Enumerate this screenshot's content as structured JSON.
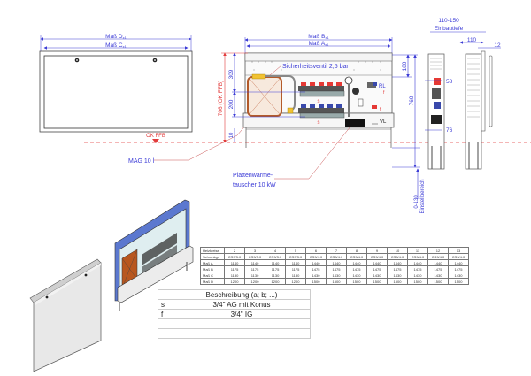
{
  "front_view": {
    "dim_outer": "Maß D",
    "dim_outer_sup": "x1",
    "dim_inner": "Maß C",
    "dim_inner_sup": "x1",
    "floor_label": "OK FFB",
    "mag_label": "MAG 10 l"
  },
  "open_view": {
    "dim_outer": "Maß B",
    "dim_outer_sup": "x1",
    "dim_inner": "Maß A",
    "dim_inner_sup": "x1",
    "safety_valve_label": "Sicherheitsventil 2,5 bar",
    "height_ffb": "706 (OK FFB)",
    "dim_309": "309",
    "dim_200": "200",
    "dim_10": "10",
    "dim_180": "180",
    "dim_760": "760",
    "vl_label": "VL",
    "rl_label": "RL",
    "s_label": "s",
    "f_label": "f",
    "heat_exchanger_label_1": "Plattenwärme-",
    "heat_exchanger_label_2": "tauscher 10 kW",
    "adjust_range_value": "0-130",
    "adjust_range_label": "Einstellbereich"
  },
  "side_view": {
    "depth_range": "110-150",
    "depth_label": "Einbautiefe",
    "dim_110": "110",
    "dim_12": "12",
    "dim_58": "58",
    "dim_76": "76"
  },
  "spec_table": {
    "row_headers": [
      "Heizkreise",
      "Schrankgr.",
      "Maß A",
      "Maß B",
      "Maß C",
      "Maß D"
    ],
    "columns": [
      {
        "circuits": "2",
        "size": "CS9/3.0",
        "a": "1140",
        "b": "1175",
        "c": "1130",
        "d": "1200"
      },
      {
        "circuits": "3",
        "size": "CS9/3.0",
        "a": "1140",
        "b": "1175",
        "c": "1130",
        "d": "1200"
      },
      {
        "circuits": "4",
        "size": "CS9/3.0",
        "a": "1140",
        "b": "1175",
        "c": "1130",
        "d": "1200"
      },
      {
        "circuits": "5",
        "size": "CS9/3.0",
        "a": "1140",
        "b": "1175",
        "c": "1130",
        "d": "1200"
      },
      {
        "circuits": "6",
        "size": "CS9/4.0",
        "a": "1440",
        "b": "1475",
        "c": "1430",
        "d": "1500"
      },
      {
        "circuits": "7",
        "size": "CS9/4.0",
        "a": "1440",
        "b": "1475",
        "c": "1430",
        "d": "1500"
      },
      {
        "circuits": "8",
        "size": "CS9/4.0",
        "a": "1440",
        "b": "1475",
        "c": "1430",
        "d": "1500"
      },
      {
        "circuits": "9",
        "size": "CS9/4.0",
        "a": "1440",
        "b": "1475",
        "c": "1430",
        "d": "1500"
      },
      {
        "circuits": "10",
        "size": "CS9/4.0",
        "a": "1440",
        "b": "1475",
        "c": "1430",
        "d": "1500"
      },
      {
        "circuits": "11",
        "size": "CS9/4.0",
        "a": "1440",
        "b": "1475",
        "c": "1430",
        "d": "1500"
      },
      {
        "circuits": "12",
        "size": "CS9/4.0",
        "a": "1440",
        "b": "1475",
        "c": "1430",
        "d": "1500"
      },
      {
        "circuits": "13",
        "size": "CS9/4.0",
        "a": "1440",
        "b": "1475",
        "c": "1430",
        "d": "1500"
      }
    ]
  },
  "legend_table": {
    "header": "Beschreibung (a; b; ...)",
    "rows": [
      {
        "key": "s",
        "value": "3/4\" AG mit Konus"
      },
      {
        "key": "f",
        "value": "3/4\" IG"
      },
      {
        "key": "",
        "value": ""
      },
      {
        "key": "",
        "value": ""
      }
    ]
  },
  "colors": {
    "dimension": "#3b3bd6",
    "annotation_red": "#e23b3b",
    "outline": "#333333",
    "heat_exchanger": "#c8663a",
    "insulation_blue": "#4a6bd8"
  }
}
